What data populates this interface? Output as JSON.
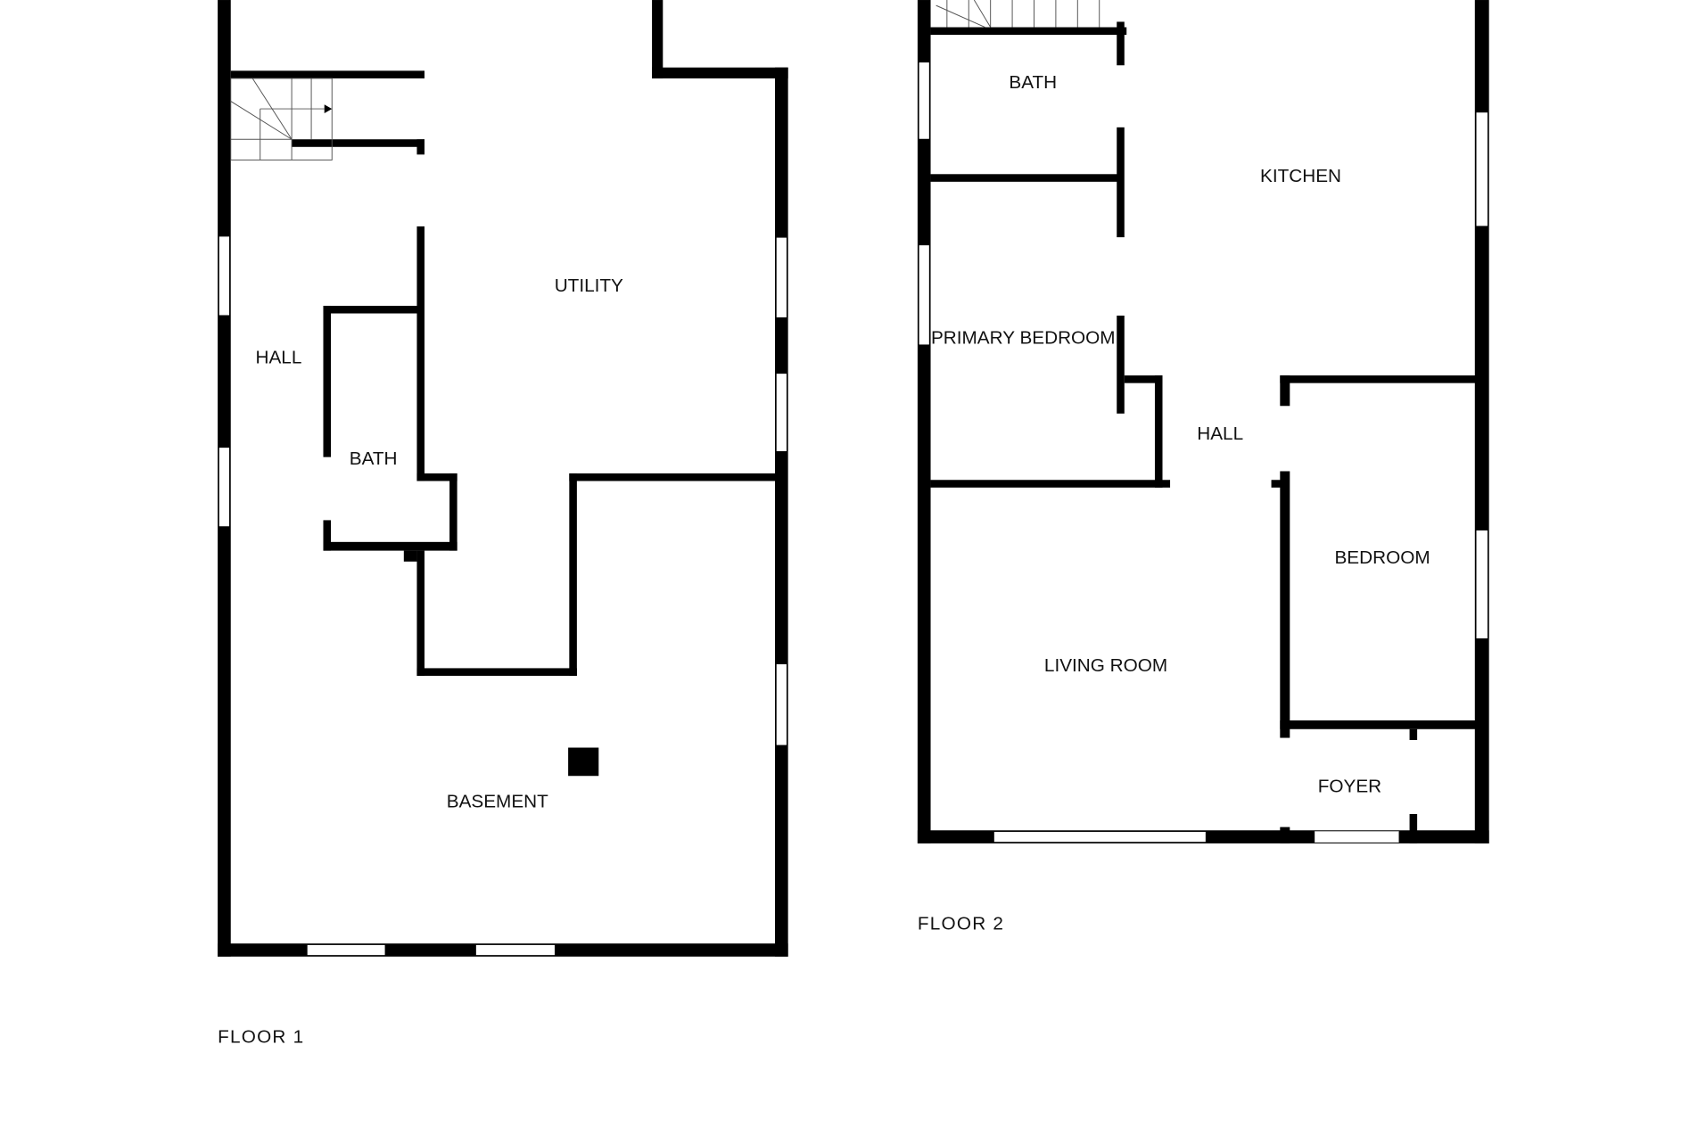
{
  "floor1": {
    "label": "FLOOR 1",
    "rooms": {
      "utility": "UTILITY",
      "hall": "HALL",
      "bath": "BATH",
      "basement": "BASEMENT"
    }
  },
  "floor2": {
    "label": "FLOOR 2",
    "rooms": {
      "bath": "BATH",
      "kitchen": "KITCHEN",
      "primary_bedroom": "PRIMARY BEDROOM",
      "hall": "HALL",
      "bedroom": "BEDROOM",
      "living_room": "LIVING ROOM",
      "foyer": "FOYER"
    }
  },
  "colors": {
    "wall": "#000000",
    "background": "#ffffff"
  }
}
